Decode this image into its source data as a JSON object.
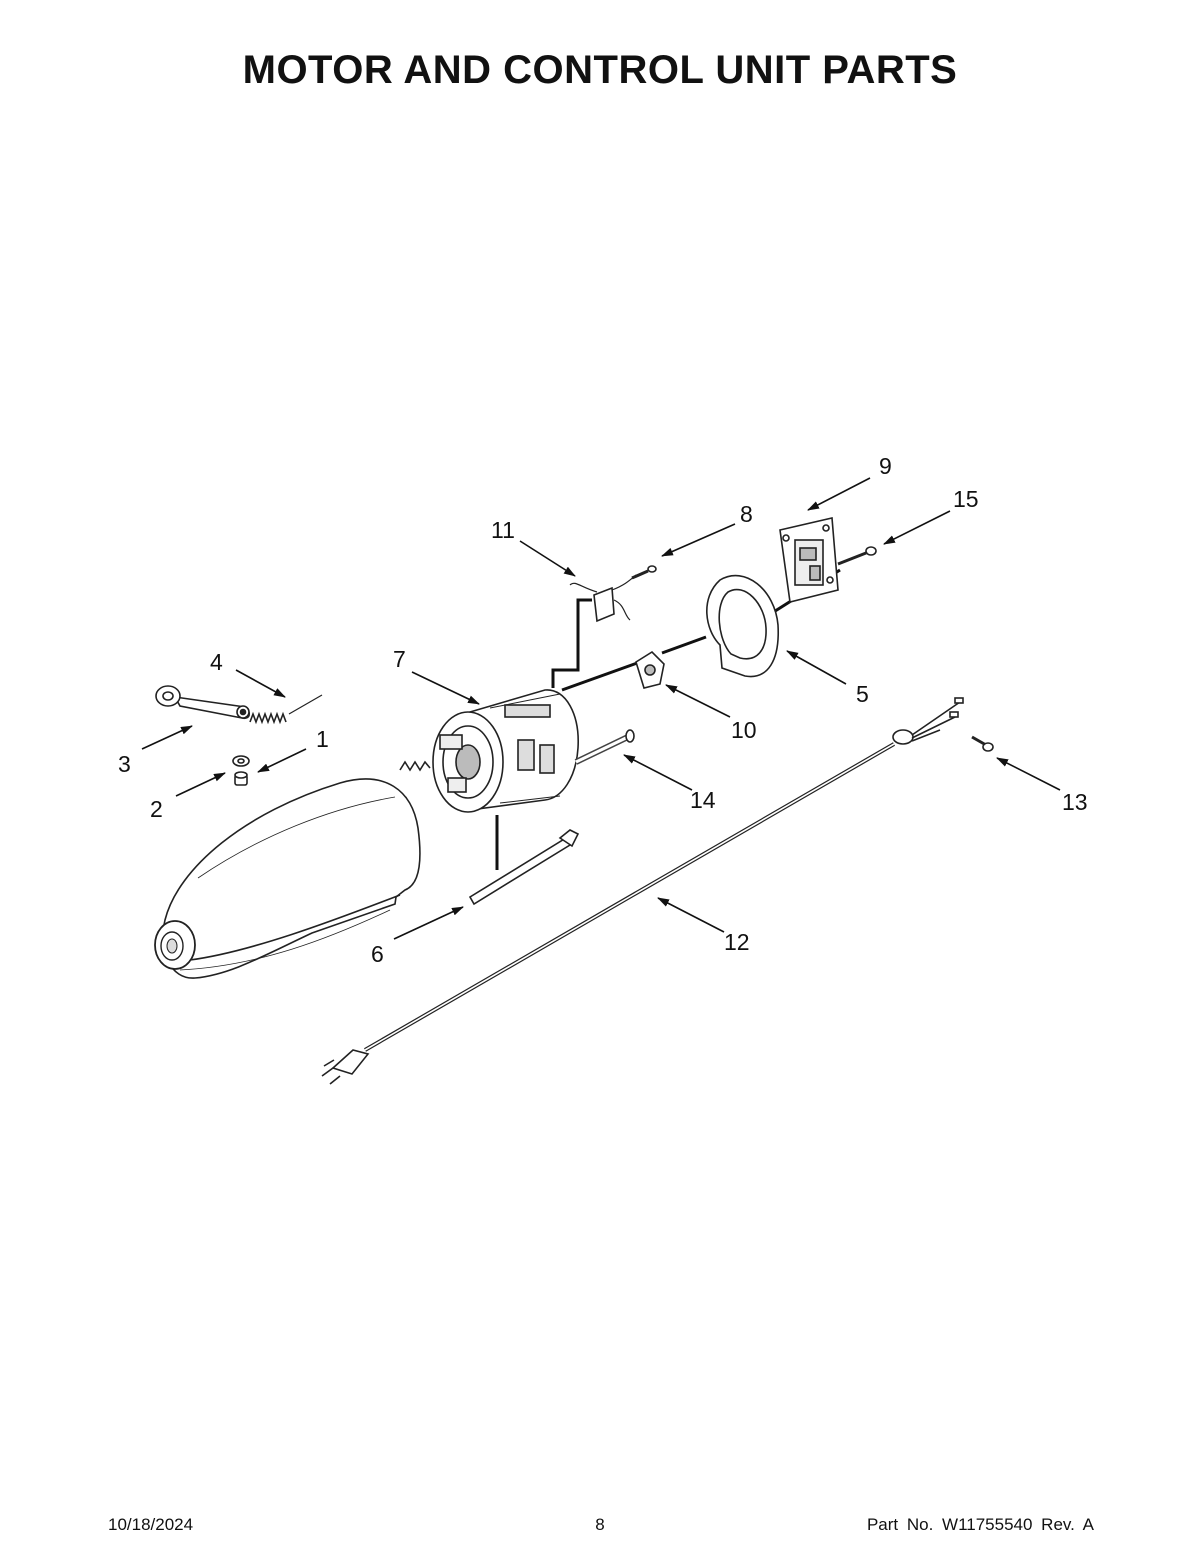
{
  "title": "MOTOR AND CONTROL UNIT PARTS",
  "callouts": {
    "c1": "1",
    "c2": "2",
    "c3": "3",
    "c4": "4",
    "c5": "5",
    "c6": "6",
    "c7": "7",
    "c8": "8",
    "c9": "9",
    "c10": "10",
    "c11": "11",
    "c12": "12",
    "c13": "13",
    "c14": "14",
    "c15": "15"
  },
  "footer": {
    "date": "10/18/2024",
    "page": "8",
    "part": "Part No.  W11755540  Rev.  A"
  }
}
